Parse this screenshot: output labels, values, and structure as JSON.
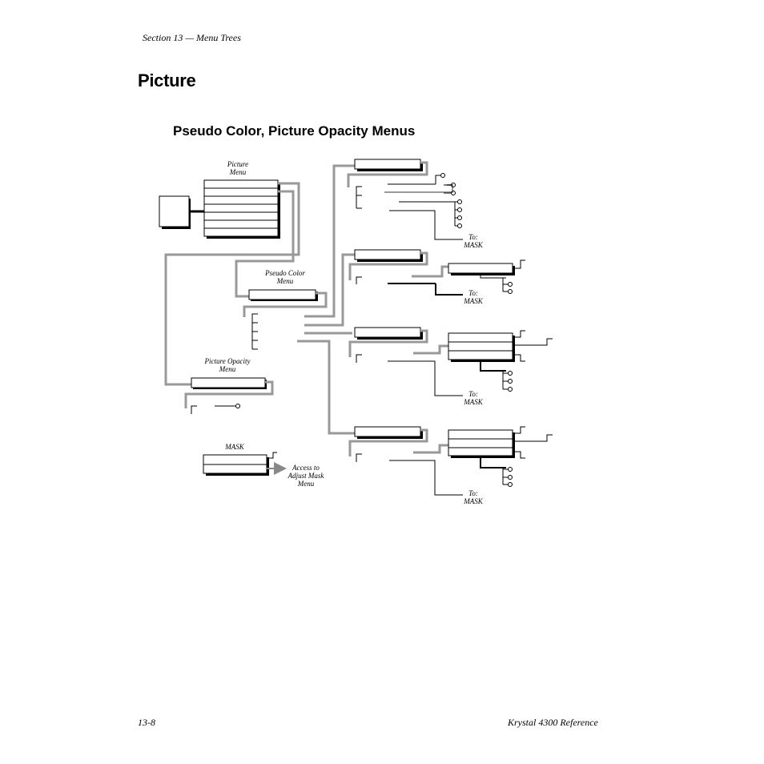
{
  "header": {
    "running_head": "Section 13 — Menu Trees"
  },
  "page": {
    "title": "Picture",
    "subtitle": "Pseudo Color, Picture Opacity Menus"
  },
  "diagram_labels": {
    "picture_menu": "Picture\nMenu",
    "pseudo_color_menu": "Pseudo Color\nMenu",
    "picture_opacity_menu": "Picture Opacity\nMenu",
    "mask": "MASK",
    "access_adjust_mask": "Access to\nAdjust Mask\nMenu",
    "to_mask_1": "To:\nMASK",
    "to_mask_2": "To:\nMASK",
    "to_mask_3": "To:\nMASK",
    "to_mask_4": "To:\nMASK"
  },
  "footer": {
    "page_number": "13-8",
    "book_title": "Krystal 4300 Reference"
  }
}
